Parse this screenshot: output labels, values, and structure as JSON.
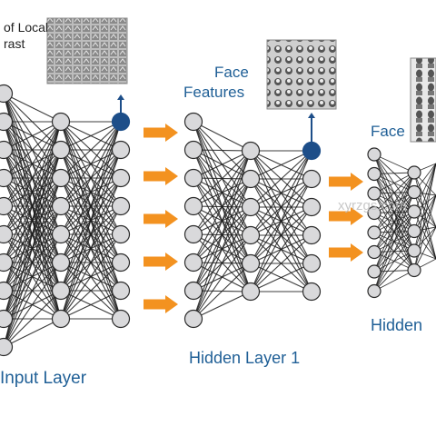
{
  "labels": {
    "input_layer": "Input Layer",
    "hidden_layer_1": "Hidden Layer 1",
    "hidden_layer_2": "Hidden",
    "local_contrast_line1": "of Local",
    "local_contrast_line2": "rast",
    "face_features_line1": "Face",
    "face_features_line2": "Features",
    "faces": "Face",
    "watermark": "xyrzgs.com"
  },
  "colors": {
    "text": "#1f5f96",
    "arrow": "#f39220",
    "node_fill": "#d9d9db",
    "node_stroke": "#2b2b2b",
    "edge": "#1a1a1a",
    "active_node": "#1d4e89"
  },
  "icons": {
    "arrow": "orange-right-arrow",
    "active": "active-node-up-arrow"
  }
}
